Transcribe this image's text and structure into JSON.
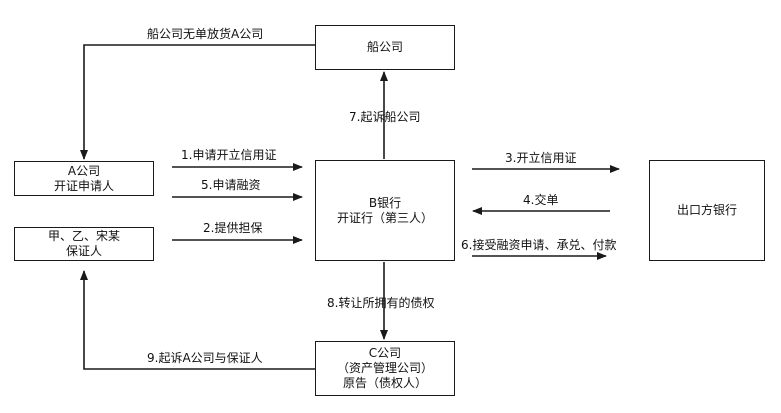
{
  "nodes": {
    "ship_company": {
      "lines": [
        "船公司"
      ]
    },
    "company_a": {
      "lines": [
        "A公司",
        "开证申请人"
      ]
    },
    "guarantors": {
      "lines": [
        "甲、乙、宋某",
        "保证人"
      ]
    },
    "bank_b": {
      "lines": [
        "B银行",
        "开证行（第三人）"
      ]
    },
    "export_bank": {
      "lines": [
        "出口方银行"
      ]
    },
    "company_c": {
      "lines": [
        "C公司",
        "（资产管理公司）",
        "原告（债权人）"
      ]
    }
  },
  "edges": {
    "ship_release": "船公司无单放货A公司",
    "step1": "1.申请开立信用证",
    "step2": "2.提供担保",
    "step3": "3.开立信用证",
    "step4": "4.交单",
    "step5": "5.申请融资",
    "step6": "6.接受融资申请、承兑、付款",
    "step7": "7.起诉船公司",
    "step8": "8.转让所拥有的债权",
    "step9": "9.起诉A公司与保证人"
  }
}
